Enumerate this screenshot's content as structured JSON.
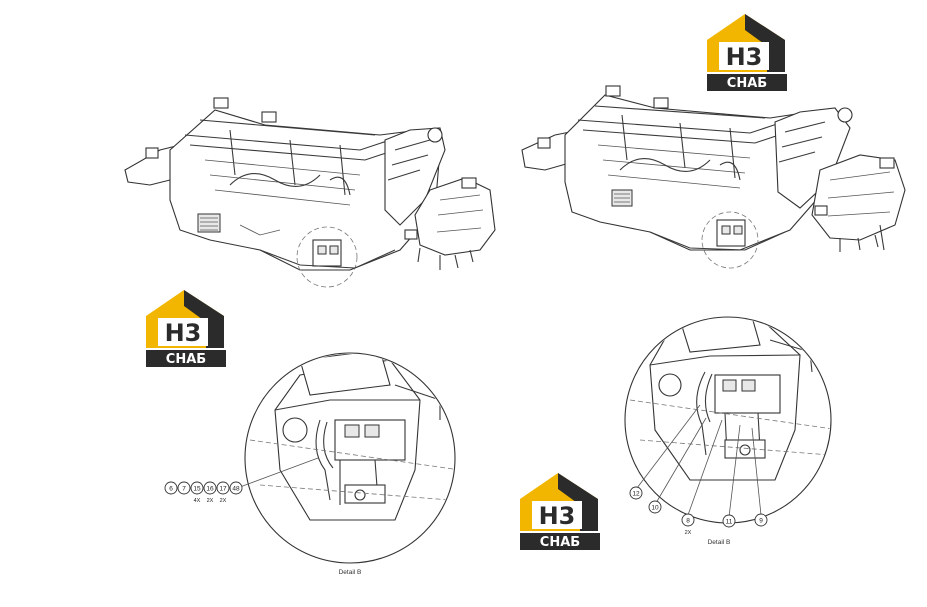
{
  "colors": {
    "logo_yellow": "#f2b600",
    "logo_dark": "#2b2b2b",
    "line": "#3a3a3a"
  },
  "logo": {
    "mark_text": "H3",
    "sub_text": "СНАБ"
  },
  "left_detail": {
    "label": "Detail B",
    "callouts": [
      "6",
      "7",
      "15",
      "16",
      "17",
      "48"
    ],
    "quantities": {
      "15": "4X",
      "16": "2X",
      "17": "2X"
    }
  },
  "right_detail": {
    "label": "Detail B",
    "callouts": [
      "12",
      "10",
      "8",
      "11",
      "9"
    ],
    "quantities": {
      "8": "2X"
    }
  }
}
